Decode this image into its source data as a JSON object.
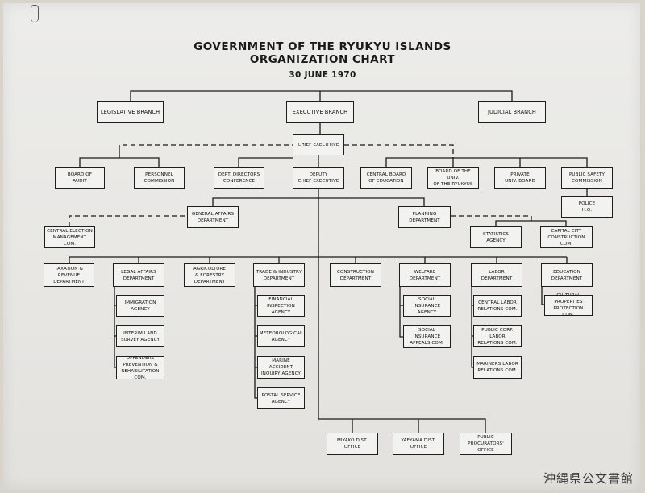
{
  "title": {
    "line1": "GOVERNMENT OF THE RYUKYU ISLANDS",
    "line2": "ORGANIZATION CHART",
    "date": "30 JUNE 1970"
  },
  "boxes": {
    "legislative": "LEGISLATIVE BRANCH",
    "executive": "EXECUTIVE BRANCH",
    "judicial": "JUDICIAL BRANCH",
    "chief_executive": "CHIEF EXECUTIVE",
    "board_of_audit": "BOARD OF\nAUDIT",
    "personnel_commission": "PERSONNEL\nCOMMISSION",
    "dept_directors_conference": "DEPT. DIRECTORS\nCONFERENCE",
    "deputy_chief_executive": "DEPUTY\nCHIEF EXECUTIVE",
    "central_board_of_education": "CENTRAL BOARD\nOF EDUCATION",
    "board_univ_ryukyus": "BOARD OF THE UNIV.\nOF THE RYUKYUS",
    "private_univ_board": "PRIVATE\nUNIV. BOARD",
    "public_safety_commission": "PUBLIC SAFETY\nCOMMISSION",
    "police_hq": "POLICE\nH.Q.",
    "general_affairs": "GENERAL AFFAIRS\nDEPARTMENT",
    "planning": "PLANNING\nDEPARTMENT",
    "central_election": "CENTRAL ELECTION\nMANAGEMENT COM.",
    "statistics_agency": "STATISTICS\nAGENCY",
    "capital_city": "CAPITAL CITY\nCONSTRUCTION COM.",
    "taxation": "TAXATION &\nREVENUE\nDEPARTMENT",
    "legal_affairs": "LEGAL AFFAIRS\nDEPARTMENT",
    "agriculture_forestry": "AGRICULTURE\n& FORESTRY\nDEPARTMENT",
    "trade_industry": "TRADE & INDUSTRY\nDEPARTMENT",
    "construction": "CONSTRUCTION\nDEPARTMENT",
    "welfare": "WELFARE\nDEPARTMENT",
    "labor": "LABOR\nDEPARTMENT",
    "education": "EDUCATION\nDEPARTMENT",
    "immigration_agency": "IMMIGRATION\nAGENCY",
    "interim_land_survey": "INTERIM LAND\nSURVEY AGENCY",
    "offenders_prevention": "OFFENDERS\nPREVENTION &\nREHABILITATION COM.",
    "financial_inspection": "FINANCIAL\nINSPECTION\nAGENCY",
    "meteorological_agency": "METEOROLOGICAL\nAGENCY",
    "marine_accident": "MARINE ACCIDENT\nINQUIRY AGENCY",
    "postal_service": "POSTAL SERVICE\nAGENCY",
    "social_insurance_agency": "SOCIAL\nINSURANCE\nAGENCY",
    "social_insurance_appeals": "SOCIAL INSURANCE\nAPPEALS COM.",
    "central_labor_relations": "CENTRAL LABOR\nRELATIONS COM.",
    "public_corp_labor": "PUBLIC CORP. LABOR\nRELATIONS COM.",
    "mariners_labor": "MARINERS LABOR\nRELATIONS COM.",
    "cultural_properties": "CULTURAL PROPERTIES\nPROTECTION COM.",
    "miyako_office": "MIYAKO DIST. OFFICE",
    "yaeyama_office": "YAEYAMA DIST. OFFICE",
    "public_procurators": "PUBLIC PROCURATORS'\nOFFICE"
  },
  "watermark": "沖縄県公文書館"
}
